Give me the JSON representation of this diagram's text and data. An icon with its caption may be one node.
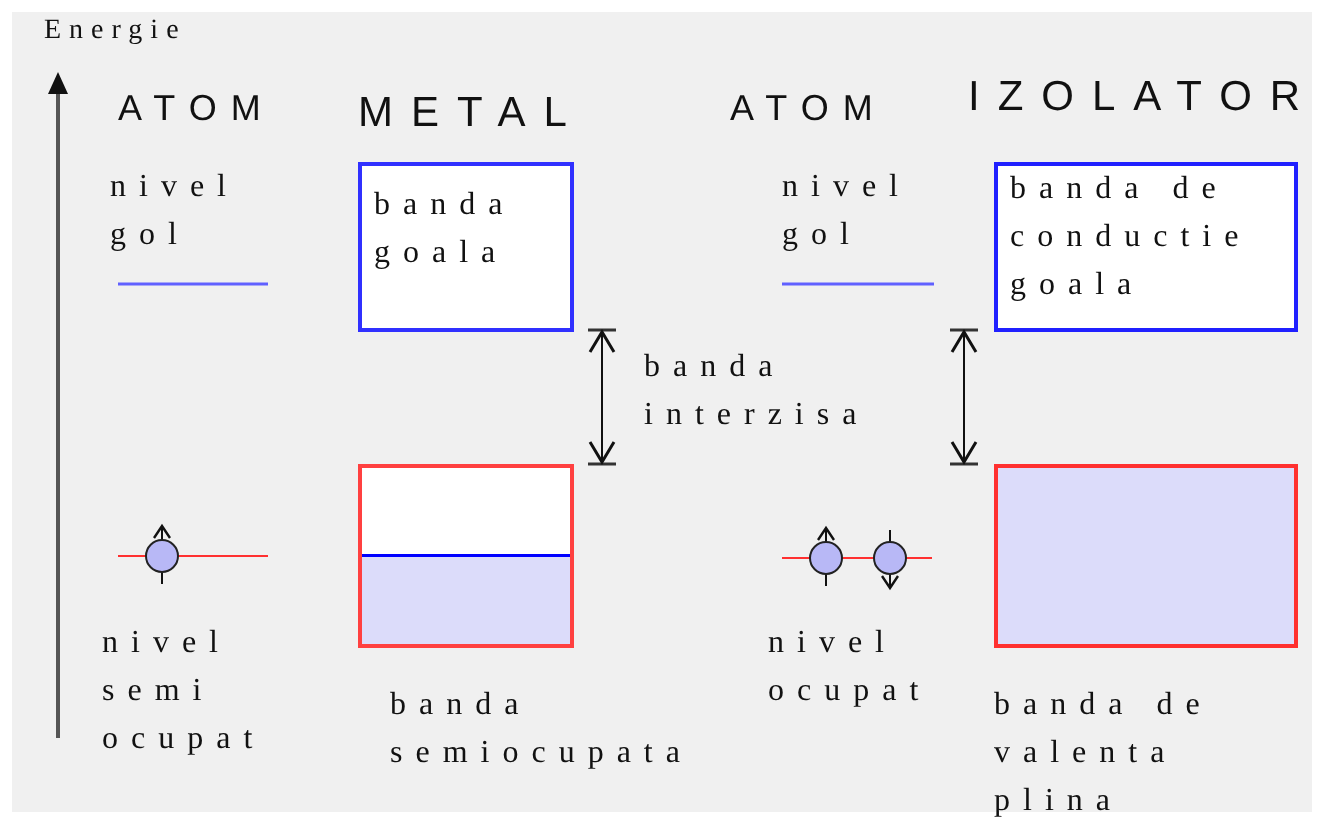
{
  "diagram": {
    "nodes": [
      {
        "text": [
          "banda goala"
        ]
      },
      {
        "text": [],
        "shape": "box",
        "beside": [
          "banda semiocupata"
        ]
      },
      {
        "text": [
          "banda de conductie goala"
        ]
      },
      {
        "text": [],
        "shape": "box",
        "beside": [
          "banda de valenta plina"
        ]
      }
    ],
    "labels": [
      "Energie",
      "ATOM",
      "METAL",
      "ATOM",
      "IZOLATOR",
      "nivel gol",
      "nivel gol",
      "banda interzisa",
      "nivel semi ocupat",
      "nivel ocupat"
    ]
  }
}
